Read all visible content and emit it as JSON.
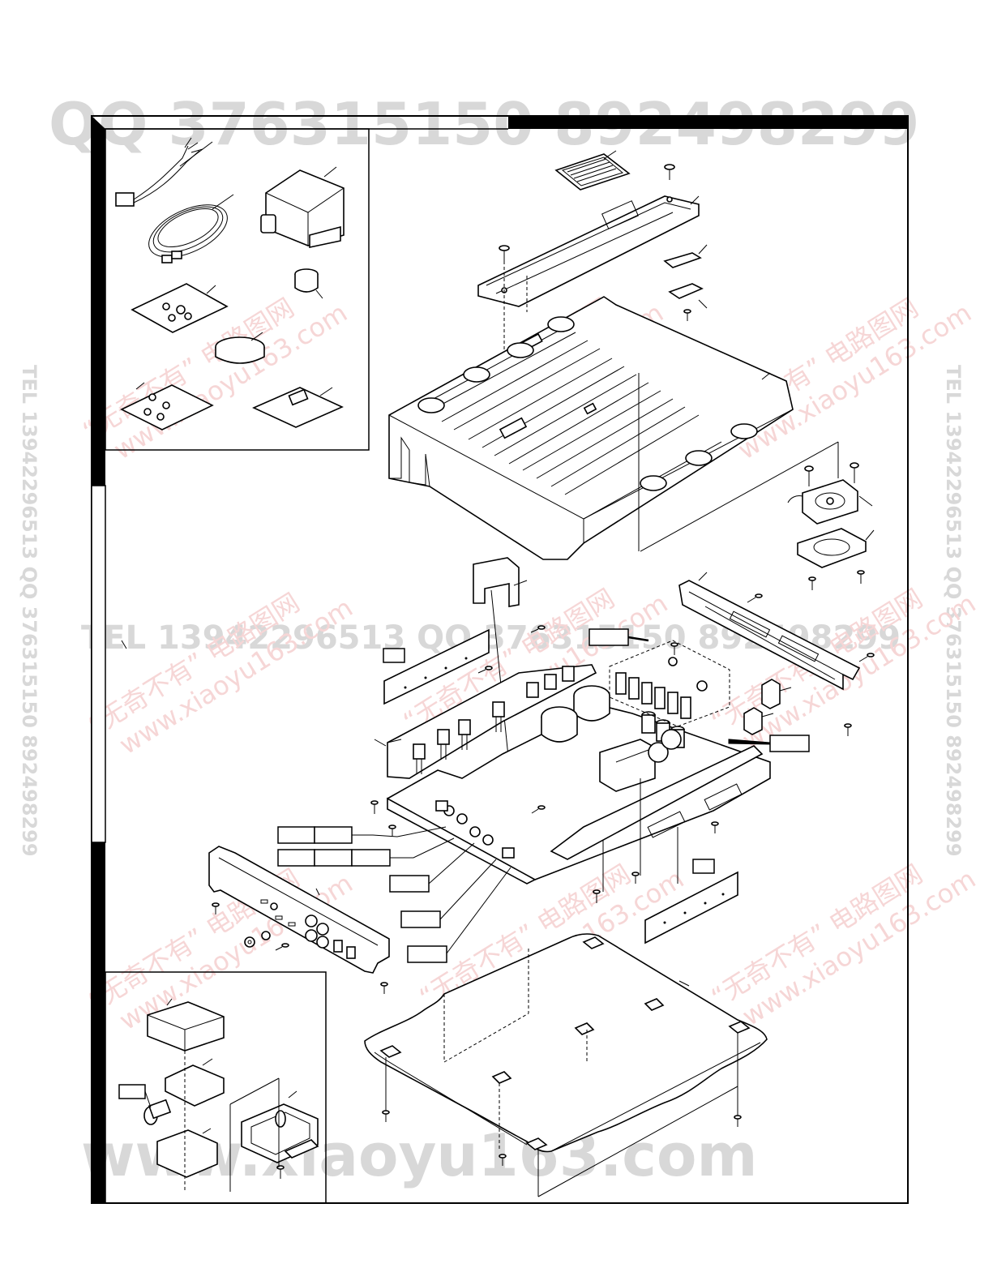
{
  "watermarks": {
    "top": "QQ 376315150    892498299",
    "middle": "TEL 13942296513    QQ 376315150    892498299",
    "bottom": "www.xiaoyu163.com",
    "side": "TEL 13942296513   QQ 376315150   892498299",
    "red_cn": "“无奇不有” 电路图网",
    "red_url": "www.xiaoyu163.com"
  }
}
